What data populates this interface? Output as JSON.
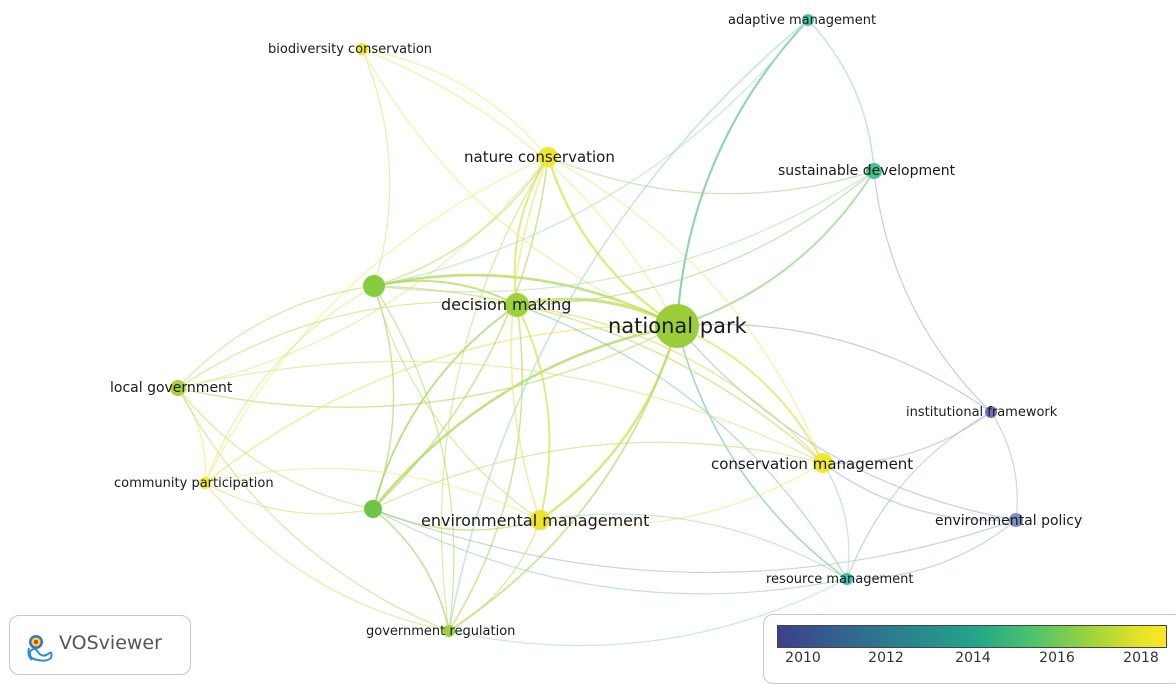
{
  "nodes": [
    {
      "id": "np",
      "label": "national park",
      "color": "#9bcd3a"
    },
    {
      "id": "dm",
      "label": "decision making",
      "color": "#9fd23a"
    },
    {
      "id": "nc",
      "label": "nature conservation",
      "color": "#f0e82a"
    },
    {
      "id": "bc",
      "label": "biodiversity conservation",
      "color": "#f2e82a"
    },
    {
      "id": "am",
      "label": "adaptive management",
      "color": "#48c7a6"
    },
    {
      "id": "sd",
      "label": "sustainable development",
      "color": "#44c692"
    },
    {
      "id": "uk",
      "label": "",
      "color": "#86cc3c"
    },
    {
      "id": "lg",
      "label": "local government",
      "color": "#a8d13a"
    },
    {
      "id": "cp",
      "label": "community participation",
      "color": "#f2e82a"
    },
    {
      "id": "gn",
      "label": "",
      "color": "#6ec444"
    },
    {
      "id": "em",
      "label": "environmental management",
      "color": "#ece42a"
    },
    {
      "id": "gr",
      "label": "government regulation",
      "color": "#9cd03c"
    },
    {
      "id": "cm",
      "label": "conservation management",
      "color": "#f2e82a"
    },
    {
      "id": "if",
      "label": "institutional framework",
      "color": "#6e72b8"
    },
    {
      "id": "ep",
      "label": "environmental policy",
      "color": "#7d8fc4"
    },
    {
      "id": "rm",
      "label": "resource management",
      "color": "#3fbfb0"
    }
  ],
  "legend": {
    "ticks": [
      "2010",
      "2012",
      "2014",
      "2016",
      "2018"
    ]
  },
  "logo": {
    "text": "VOSviewer"
  }
}
